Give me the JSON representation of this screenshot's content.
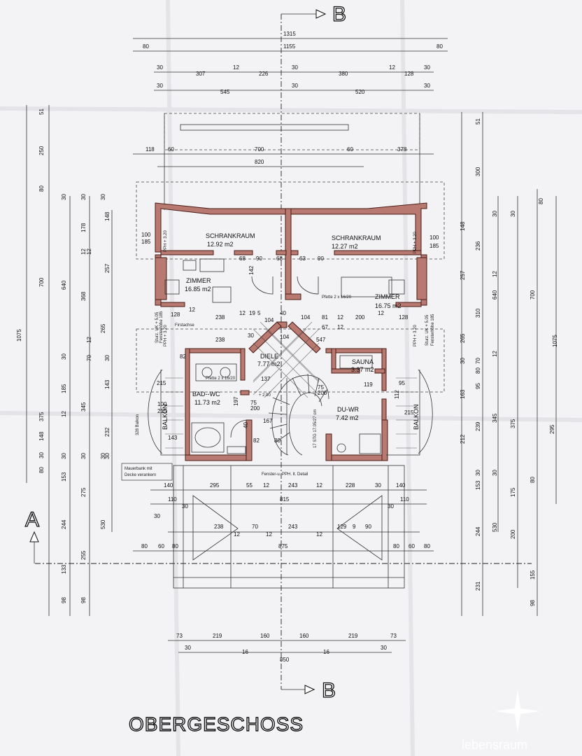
{
  "title": "OBERGESCHOSS",
  "watermark": "lebensraum",
  "section_marks": {
    "a": "A",
    "b_top": "B",
    "b_bottom": "B"
  },
  "colors": {
    "wall_fill": "#b87a70",
    "wall_outline": "#4a1c18",
    "line": "#333333"
  },
  "rooms": {
    "schrankraum_left": {
      "name": "SCHRANKRAUM",
      "area": "12.92 m2"
    },
    "schrankraum_right": {
      "name": "SCHRANKRAUM",
      "area": "12.27 m2"
    },
    "zimmer_left": {
      "name": "ZIMMER",
      "area": "16.85 m2"
    },
    "zimmer_right": {
      "name": "ZIMMER",
      "area": "16.75 m2"
    },
    "diele": {
      "name": "DIELE",
      "area": "7.77 m2"
    },
    "sauna": {
      "name": "SAUNA",
      "area": "3.37 m2"
    },
    "bad_wc": {
      "name": "BAD--WC",
      "area": "11.73 m2"
    },
    "du_wr": {
      "name": "DU-WR",
      "area": "7.42 m2"
    },
    "balkon_left": {
      "name": "BALKON"
    },
    "balkon_right": {
      "name": "BALKON"
    }
  },
  "notes": {
    "mauerbank": "Mauerbank mit",
    "mauerbank2": "Decke verankern",
    "fenster": "Fenster-u. PPH. lt. Detail",
    "pfette_left": "Pfette 2 x 16/20",
    "pfette_right": "Pfette 2 x 16/20",
    "level": "+ 2.90",
    "balkon_depth": "328 Balkon",
    "pph_l1": "PPH + 3.20",
    "pph_r1": "PPH + 3.20",
    "pph_l2": "PPH + 3.20",
    "pph_r2": "PPH + 3.20",
    "sturz_l": "Sturz. UK + 5.05",
    "fenster_l": "Fensterhöhe 185",
    "sturz_r": "Sturz. UK + 5.05",
    "fenster_r": "Fensterhöhe 185",
    "firstachse": "Firstachse",
    "stair": "17 STG 17.05/27 cm"
  },
  "dims_top": {
    "overall": "1315",
    "l80": "80",
    "inner": "1155",
    "r80": "80",
    "r2_30a": "30",
    "r2_307": "307",
    "r2_12a": "12",
    "r2_226": "226",
    "r2_30b": "30",
    "r2_380": "380",
    "r2_12b": "12",
    "r2_128": "128",
    "r2_30c": "30",
    "r3_30a": "30",
    "r3_545": "545",
    "r3_30b": "30",
    "r3_520": "520",
    "r3_30c": "30",
    "r4_118": "118",
    "r4_60a": "60",
    "r4_700": "700",
    "r4_60b": "60",
    "r4_378": "378",
    "r5_820": "820"
  },
  "dims_bottom": {
    "b1_140a": "140",
    "b1_295": "295",
    "b1_55": "55",
    "b1_12a": "12",
    "b1_243": "243",
    "b1_12b": "12",
    "b1_228": "228",
    "b1_30": "30",
    "b1_140b": "140",
    "b2_110a": "110",
    "b2_30a": "30",
    "b2_815": "815",
    "b2_30b": "30",
    "b2_110b": "110",
    "b3_30": "30",
    "b3_238": "238",
    "b3_12a": "12",
    "b3_70": "70",
    "b3_12b": "12",
    "b3_243": "243",
    "b3_12c": "12",
    "b3_129": "129",
    "b3_9": "9",
    "b3_90": "90",
    "b4_80a": "80",
    "b4_60a": "60",
    "b4_80b": "80",
    "b4_875": "875",
    "b4_80c": "80",
    "b4_60b": "60",
    "b4_80d": "80",
    "b5_73a": "73",
    "b5_219a": "219",
    "b5_160a": "160",
    "b5_160b": "160",
    "b5_219b": "219",
    "b5_73b": "73",
    "b6_30a": "30",
    "b6_16a": "16",
    "b6_16b": "16",
    "b6_30b": "30",
    "b7_850": "850"
  },
  "dims_left": {
    "c1_51": "51",
    "c1_250": "250",
    "c1_80": "80",
    "c1_375": "375",
    "c1_148": "148",
    "c1_30": "30",
    "c1_80b": "80",
    "c1_1075": "1075",
    "c2_30": "30",
    "c2_700": "700",
    "c2_30b": "30",
    "c2_12": "12",
    "c2_30c": "30",
    "c2_153": "153",
    "c2_244": "244",
    "c2_133": "133",
    "c2_98": "98",
    "c3_30": "30",
    "c3_640": "640",
    "c3_185": "185",
    "c3_12": "12",
    "c3_30b": "30",
    "c3_255": "255",
    "c4_30": "30",
    "c4_178": "178",
    "c4_12": "12",
    "c4_368": "368",
    "c4_12b": "12",
    "c4_70": "70",
    "c4_345": "345",
    "c4_30b": "30",
    "c4_275": "275",
    "c4_530": "530",
    "c4_98": "98",
    "c5_148": "148",
    "c5_257": "257",
    "c5_265": "265",
    "c5_30": "30",
    "c5_143": "143",
    "c5_232": "232",
    "c5_30b": "30"
  },
  "dims_right": {
    "d1_51": "51",
    "d1_300": "300",
    "d1_80": "80",
    "d1_375": "375",
    "d1_295": "295",
    "d1_80b": "80",
    "d1_155": "155",
    "d1_98": "98",
    "d1_1075": "1075",
    "d2_30": "30",
    "d2_700": "700",
    "d2_640": "640",
    "d2_345": "345",
    "d2_30b": "30",
    "d2_175": "175",
    "d2_200": "200",
    "d3_30": "30",
    "d3_236": "236",
    "d3_12": "12",
    "d3_310": "310",
    "d3_12b": "12",
    "d3_80": "80",
    "d3_30b": "30",
    "d3_530": "530",
    "d3_231": "231",
    "d4_148": "148",
    "d4_257": "257",
    "d4_265": "265",
    "d4_30": "30",
    "d4_70": "70",
    "d4_95": "95",
    "d4_163": "163",
    "d4_239": "239",
    "d4_212": "212",
    "d4_153": "153",
    "d4_244": "244"
  },
  "dims_inner": {
    "i_100a": "100",
    "i_185a": "185",
    "i_100b": "100",
    "i_185b": "185",
    "i_68a": "68",
    "i_90a": "90",
    "i_68b": "68",
    "i_63": "63",
    "i_90b": "90",
    "i_142": "142",
    "i_128a": "128",
    "i_12a": "12",
    "i_238a": "238",
    "i_12b": "12",
    "i_19": "19",
    "i_5": "5",
    "i_40": "40",
    "i_104a": "104",
    "i_104b": "104",
    "i_81": "81",
    "i_12c": "12",
    "i_200": "200",
    "i_12d": "12",
    "i_128b": "128",
    "i_238b": "238",
    "i_30a": "30",
    "i_104c": "104",
    "i_67": "67",
    "i_12e": "12",
    "i_547": "547",
    "i_82a": "82",
    "i_137": "137",
    "i_75a": "75",
    "i_200b": "200",
    "i_197": "197",
    "i_167": "167",
    "i_82b": "82",
    "i_80": "80",
    "i_215a": "215",
    "i_100c": "100",
    "i_215b": "215",
    "i_143": "143",
    "i_119": "119",
    "i_112": "112",
    "i_95": "95",
    "i_215c": "215",
    "i_75b": "75",
    "i_200c": "200",
    "i_40b": "40"
  }
}
